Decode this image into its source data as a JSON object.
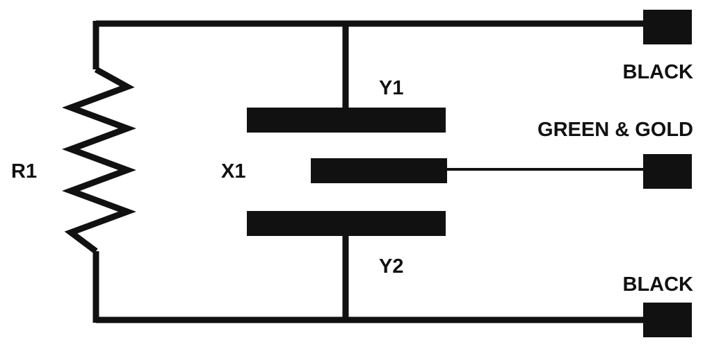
{
  "diagram": {
    "components": {
      "resistor": {
        "label": "R1"
      },
      "capacitor_x": {
        "label": "X1"
      },
      "capacitor_y_top": {
        "label": "Y1"
      },
      "capacitor_y_bottom": {
        "label": "Y2"
      }
    },
    "terminals": {
      "top": {
        "label": "BLACK"
      },
      "middle": {
        "label": "GREEN & GOLD"
      },
      "bottom": {
        "label": "BLACK"
      }
    },
    "colors": {
      "ink": "#111111",
      "background": "#ffffff"
    }
  }
}
